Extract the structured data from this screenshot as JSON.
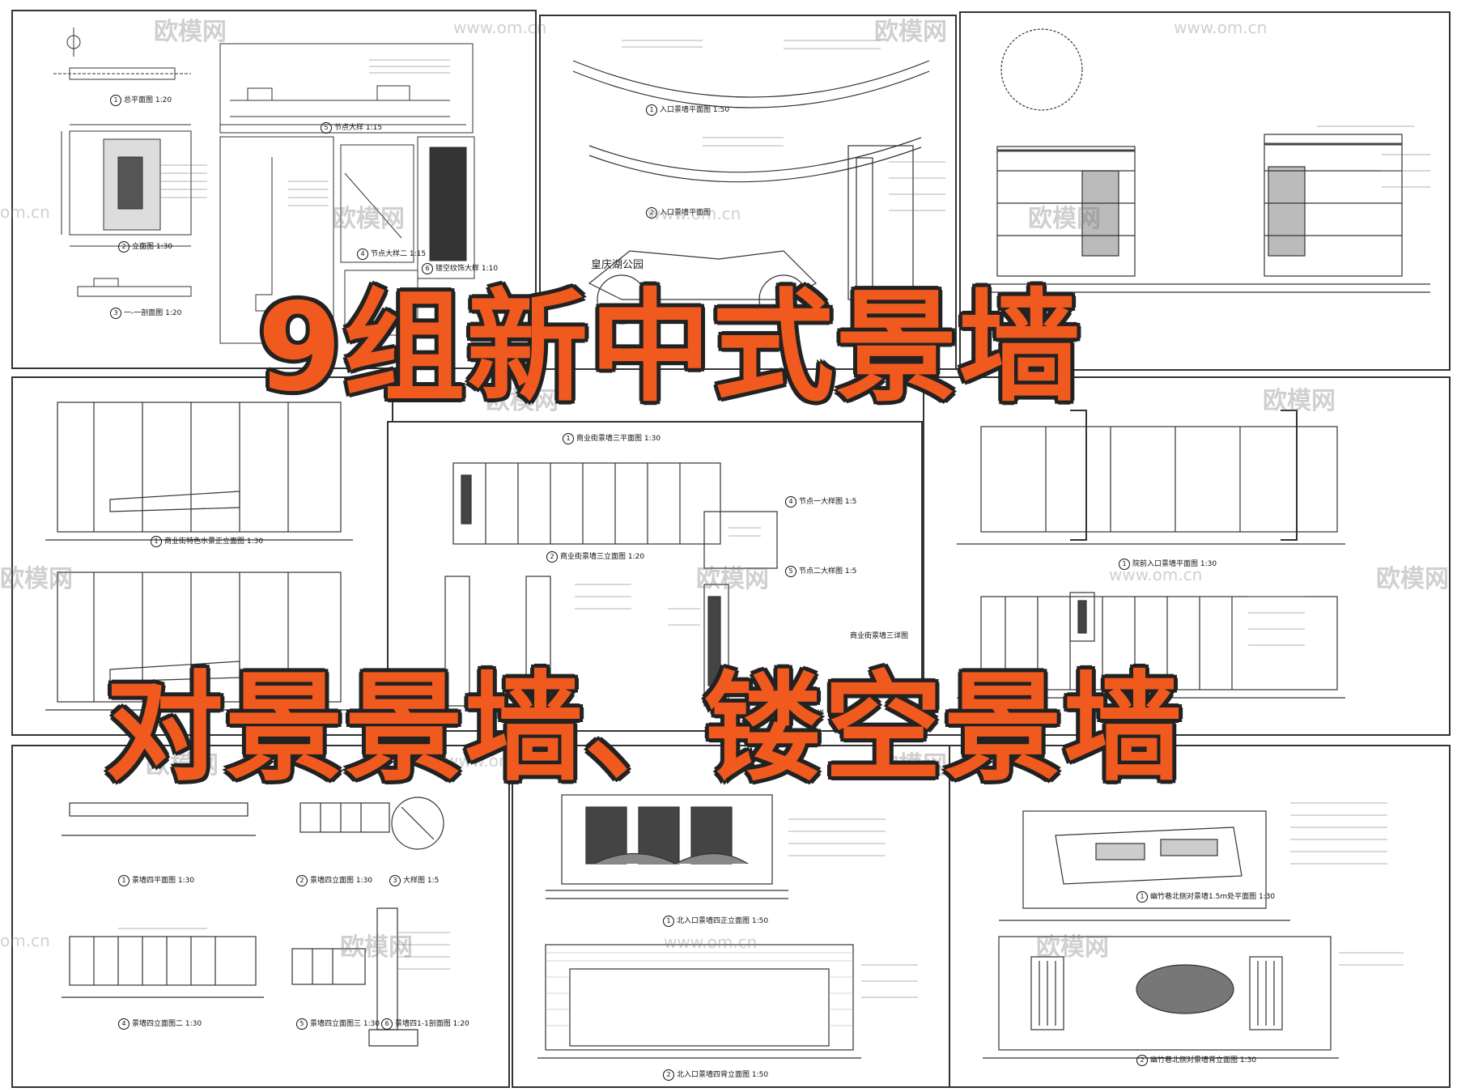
{
  "watermark": {
    "brand": "欧模网",
    "url": "www.om.cn",
    "url_partial": "om.cn"
  },
  "headline": {
    "line1": "9组新中式景墙",
    "line2": "对景景墙、镂空景墙"
  },
  "colors": {
    "headline_fill": "#f05a1f",
    "headline_outline": "#222222",
    "line": "#333333"
  },
  "drawings": {
    "p1": {
      "labels": [
        {
          "num": "1",
          "text": "总平面图 1:20"
        },
        {
          "num": "2",
          "text": "立面图 1:30"
        },
        {
          "num": "3",
          "text": "一-一剖面图 1:20"
        },
        {
          "num": "4",
          "text": "节点大样二 1:15"
        },
        {
          "num": "5",
          "text": "节点大样 1:15"
        },
        {
          "num": "6",
          "text": "镂空纹饰大样 1:10"
        }
      ]
    },
    "p2": {
      "park_name": "皇庆湖公园",
      "labels": [
        {
          "num": "1",
          "text": "入口景墙平面图 1:50"
        },
        {
          "num": "2",
          "text": "入口景墙平面图"
        }
      ]
    },
    "p4": {
      "labels": [
        {
          "num": "1",
          "text": "商业街特色水景正立面图 1:30"
        }
      ]
    },
    "p5": {
      "labels": [
        {
          "num": "1",
          "text": "商业街景墙三平面图 1:30"
        },
        {
          "num": "2",
          "text": "商业街景墙三立面图 1:20"
        },
        {
          "num": "4",
          "text": "节点一大样图 1:5"
        },
        {
          "num": "5",
          "text": "节点二大样图 1:5"
        },
        {
          "num": "7",
          "text": "节点大样"
        }
      ],
      "side_title": "商业街景墙三详图"
    },
    "p6": {
      "labels": [
        {
          "num": "1",
          "text": "院前入口景墙平面图 1:30"
        }
      ]
    },
    "p7": {
      "labels": [
        {
          "num": "1",
          "text": "景墙四平面图 1:30"
        },
        {
          "num": "2",
          "text": "景墙四立面图 1:30"
        },
        {
          "num": "3",
          "text": "大样图 1:5"
        },
        {
          "num": "4",
          "text": "景墙四立面图二 1:30"
        },
        {
          "num": "5",
          "text": "景墙四立面图三 1:30"
        },
        {
          "num": "6",
          "text": "景墙四1-1剖面图 1:20"
        }
      ]
    },
    "p8": {
      "labels": [
        {
          "num": "1",
          "text": "北入口景墙四正立面图 1:50"
        },
        {
          "num": "2",
          "text": "北入口景墙四背立面图 1:50"
        }
      ]
    },
    "p9": {
      "labels": [
        {
          "num": "1",
          "text": "幽竹巷北侧对景墙1.5m处平面图 1:30"
        },
        {
          "num": "2",
          "text": "幽竹巷北侧对景墙背立面图 1:30"
        }
      ]
    }
  }
}
